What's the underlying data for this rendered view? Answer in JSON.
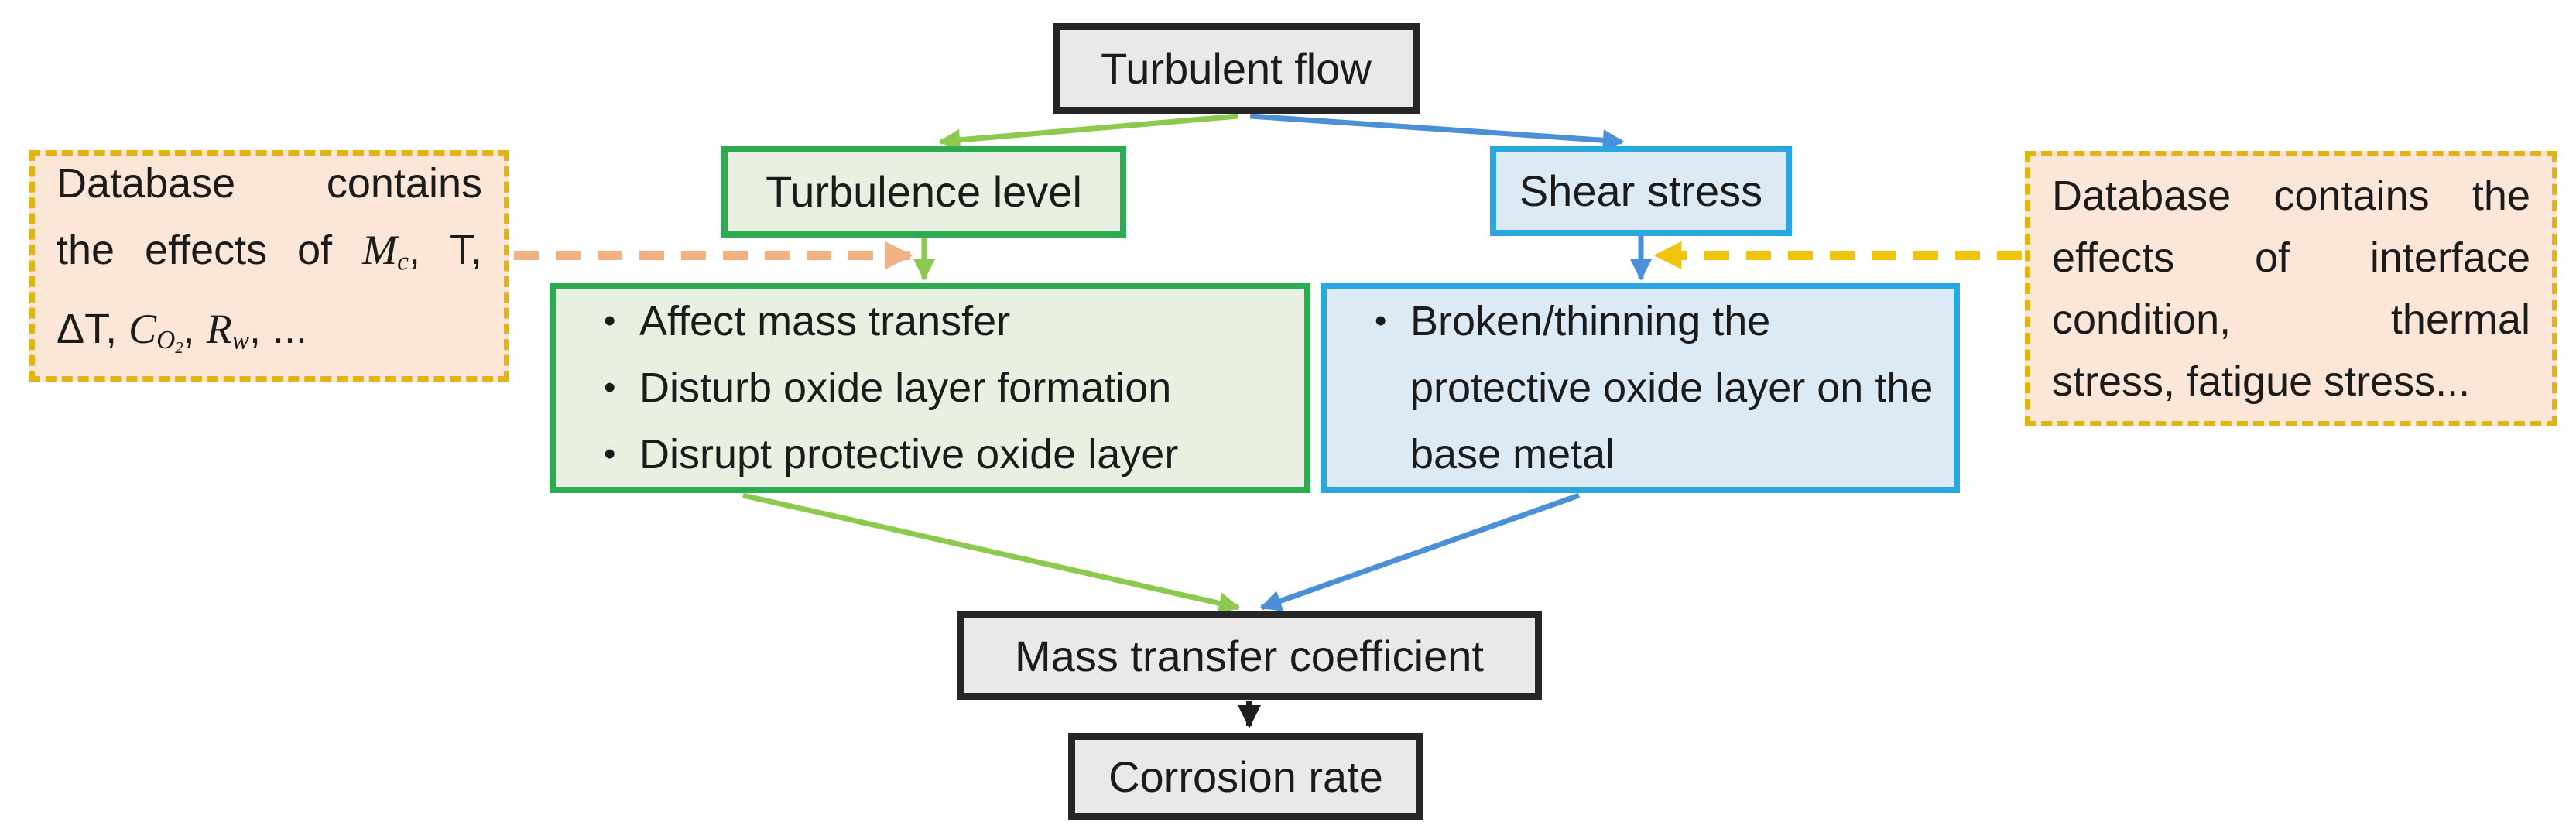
{
  "nodes": {
    "turbulent_flow": "Turbulent flow",
    "turbulence_level": "Turbulence level",
    "shear_stress": "Shear stress",
    "mass_transfer_coefficient": "Mass transfer coefficient",
    "corrosion_rate": "Corrosion rate"
  },
  "bullet": "•",
  "green_effects": {
    "items": [
      "Affect mass transfer",
      "Disturb oxide layer formation",
      "Disrupt protective oxide layer"
    ]
  },
  "blue_effects": {
    "text": "Broken/thinning the protective oxide layer on the base metal"
  },
  "left_db": {
    "line1": "Database contains",
    "line2_pre": "the effects of ",
    "m": "M",
    "m_sub": "c",
    "line2_post": ", T,",
    "line3_pre": "ΔT, ",
    "c": "C",
    "c_sub_o": "O",
    "c_sub_2": "2",
    "sep": ", ",
    "r": "R",
    "r_sub": "w",
    "line3_post": ", ..."
  },
  "right_db": {
    "lines": [
      "Database contains the",
      "effects of interface",
      "condition, thermal",
      "stress, fatigue stress..."
    ]
  },
  "colors": {
    "gray_fill": "#e9e9e9",
    "gray_border": "#262626",
    "green_fill": "#e8f1e1",
    "green_border": "#2dab50",
    "blue_fill": "#dceaf6",
    "blue_border": "#29a7e1",
    "peach_fill": "#fbe6d7",
    "gold_dashed_border": "#dfb414",
    "green_arrow": "#8dc94f",
    "blue_arrow": "#4b90d6",
    "peach_arrow": "#f0b183",
    "yellow_arrow": "#eec40d",
    "black_arrow": "#1f1f1f"
  }
}
